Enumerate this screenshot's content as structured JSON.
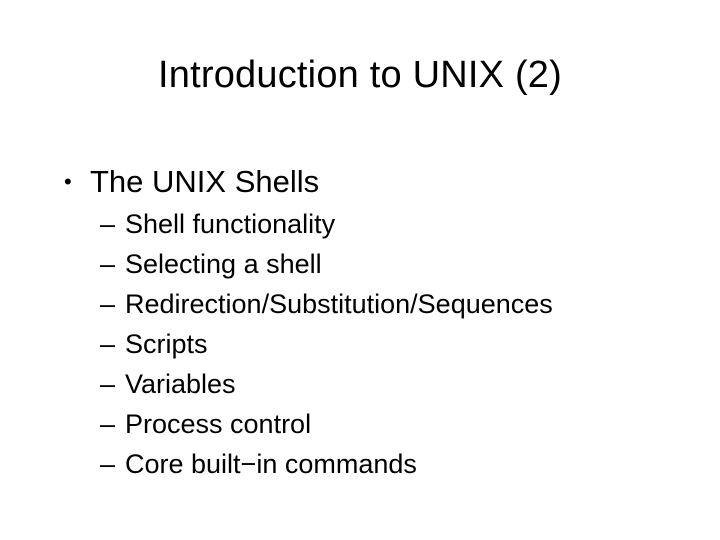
{
  "slide": {
    "title": "Introduction to UNIX (2)",
    "background_color": "#ffffff",
    "text_color": "#000000",
    "bullets": [
      {
        "marker": "•",
        "text": "The UNIX Shells",
        "sub_marker": "–",
        "subitems": [
          "Shell functionality",
          "Selecting a shell",
          "Redirection/Substitution/Sequences",
          "Scripts",
          "Variables",
          "Process control",
          "Core built−in commands"
        ]
      }
    ]
  }
}
